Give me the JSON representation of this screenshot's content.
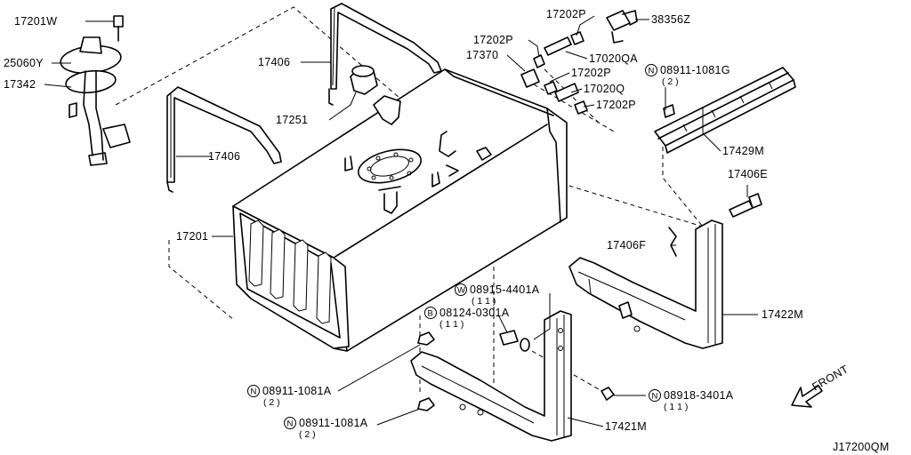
{
  "diagram_code": "J17200QM",
  "direction_label": "FRONT",
  "parts": [
    {
      "id": "p17201W",
      "label": "17201W"
    },
    {
      "id": "p25060Y",
      "label": "25060Y"
    },
    {
      "id": "p17342",
      "label": "17342"
    },
    {
      "id": "p17406a",
      "label": "17406"
    },
    {
      "id": "p17251",
      "label": "17251"
    },
    {
      "id": "p17406b",
      "label": "17406"
    },
    {
      "id": "p17201",
      "label": "17201"
    },
    {
      "id": "p17202P_top",
      "label": "17202P"
    },
    {
      "id": "p38356Z",
      "label": "38356Z"
    },
    {
      "id": "p17202P_a",
      "label": "17202P"
    },
    {
      "id": "p17370",
      "label": "17370"
    },
    {
      "id": "p17020QA",
      "label": "17020QA"
    },
    {
      "id": "p17202P_b",
      "label": "17202P"
    },
    {
      "id": "p17020Q",
      "label": "17020Q"
    },
    {
      "id": "p17202P_c",
      "label": "17202P"
    },
    {
      "id": "p17429M",
      "label": "17429M"
    },
    {
      "id": "p17406E",
      "label": "17406E"
    },
    {
      "id": "p17406F",
      "label": "17406F"
    },
    {
      "id": "p17422M",
      "label": "17422M"
    },
    {
      "id": "p17421M",
      "label": "17421M"
    }
  ],
  "fasteners": [
    {
      "id": "f_n_top",
      "prefix": "N",
      "number": "08911-1081G",
      "qty": "( 2 )"
    },
    {
      "id": "f_w",
      "prefix": "W",
      "number": "08915-4401A",
      "qty": "( 1 1 )"
    },
    {
      "id": "f_b",
      "prefix": "B",
      "number": "08124-0301A",
      "qty": "( 1 1 )"
    },
    {
      "id": "f_n_mid",
      "prefix": "N",
      "number": "08911-1081A",
      "qty": "( 2 )"
    },
    {
      "id": "f_n_low",
      "prefix": "N",
      "number": "08911-1081A",
      "qty": "( 2 )"
    },
    {
      "id": "f_n_right",
      "prefix": "N",
      "number": "08918-3401A",
      "qty": "( 1 1 )"
    }
  ]
}
